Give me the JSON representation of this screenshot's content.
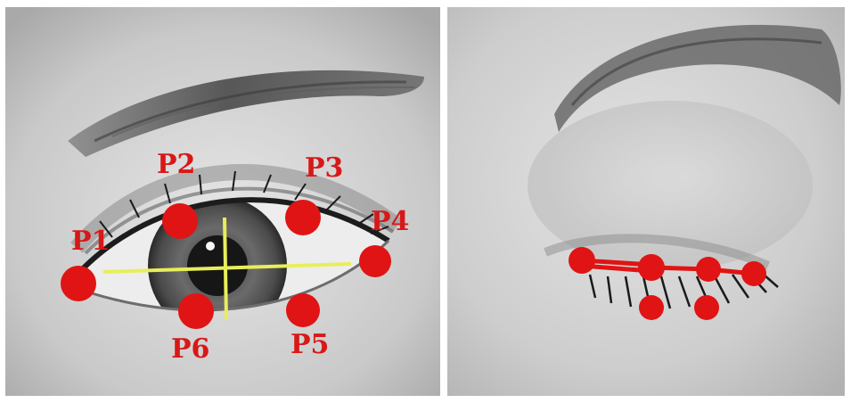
{
  "open_eye": {
    "labels": {
      "p1": "P1",
      "p2": "P2",
      "p3": "P3",
      "p4": "P4",
      "p5": "P5",
      "p6": "P6"
    }
  },
  "colors": {
    "landmark": "#e01414",
    "label": "#d81818",
    "axis_line": "#e8ee5a",
    "closed_line": "#e01414"
  }
}
